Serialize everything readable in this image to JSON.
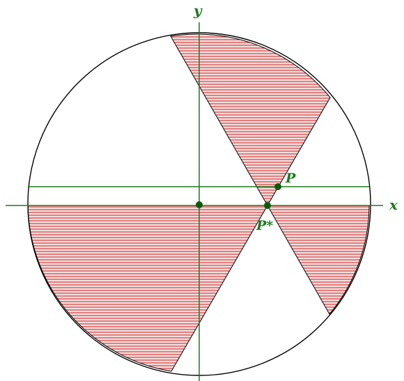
{
  "labels": {
    "x_axis": "x",
    "y_axis": "y",
    "point_p": "P",
    "point_p_star": "P*"
  },
  "colors": {
    "axis": "#1a7a1a",
    "hatch": "#cc2222",
    "hatch_fill": "#f3dede",
    "circle": "#000000",
    "point": "#0b5a0b"
  }
}
